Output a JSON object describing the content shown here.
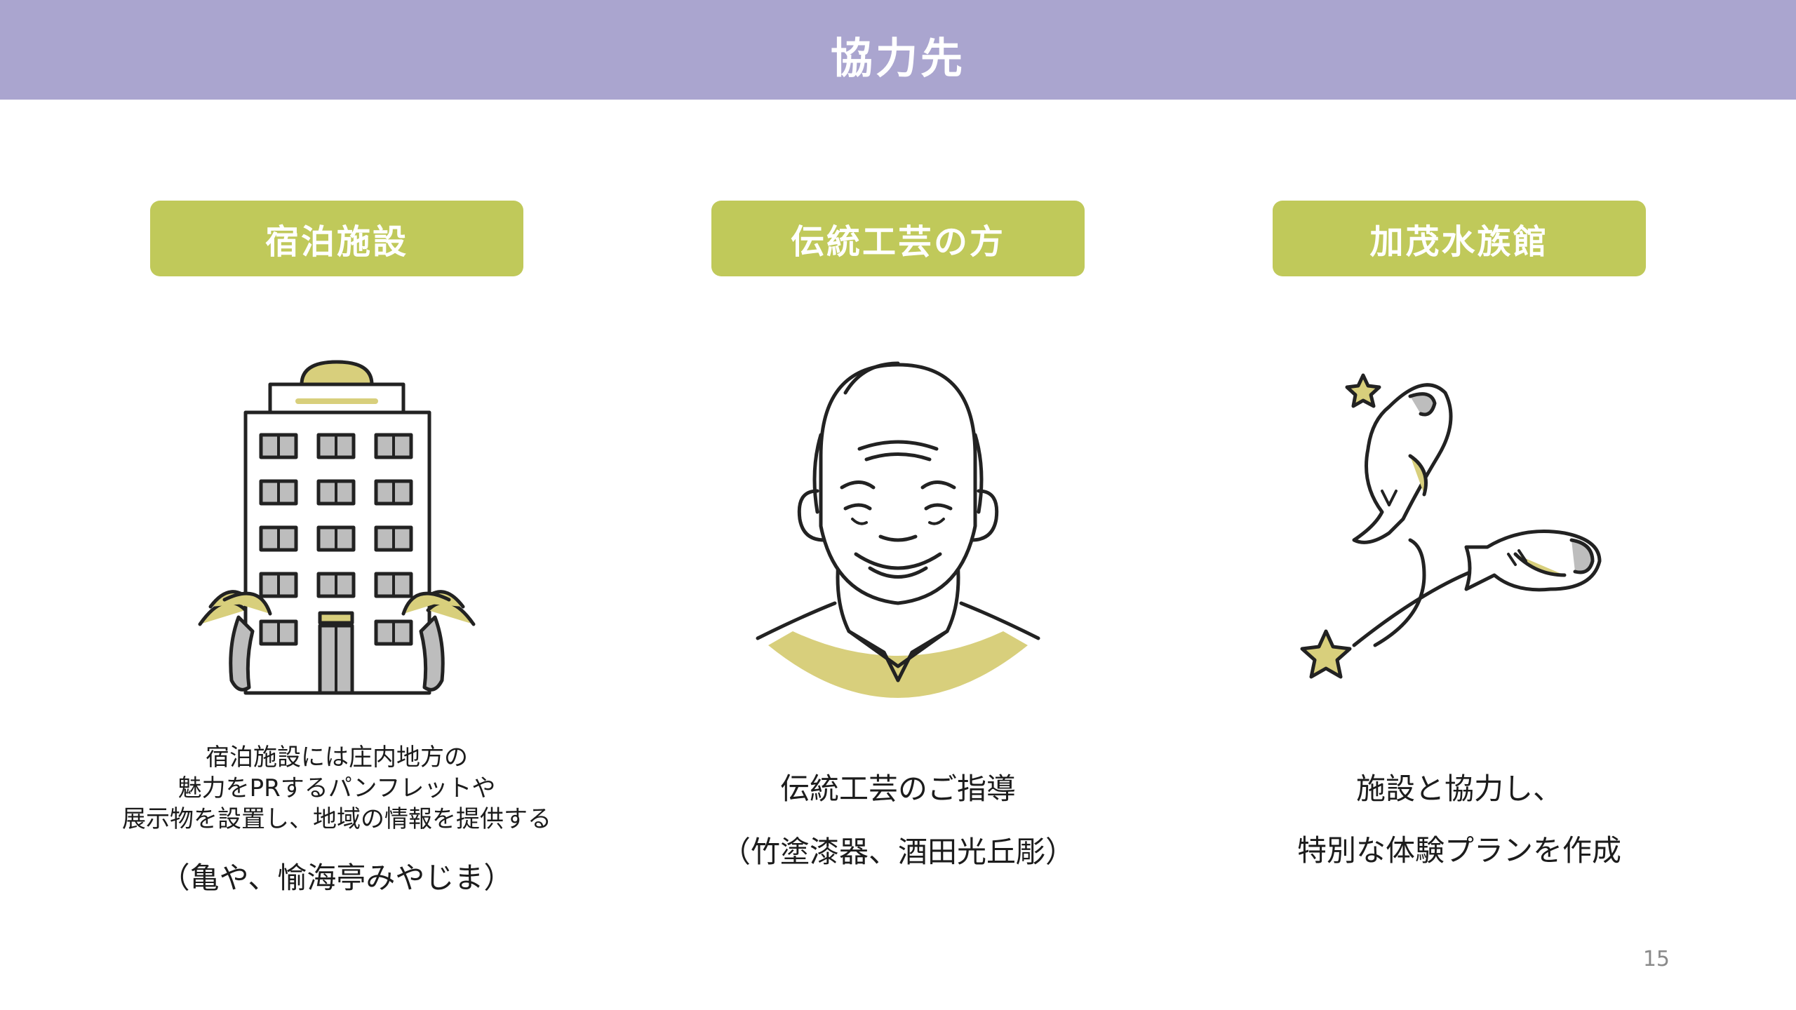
{
  "header": {
    "title": "協力先"
  },
  "columns": [
    {
      "label": "宿泊施設",
      "icon": "hotel-building-icon",
      "lines": [
        "宿泊施設には庄内地方の",
        "魅力をPRするパンフレットや",
        "展示物を設置し、地域の情報を提供する"
      ],
      "paren": "（亀や、愉海亭みやじま）"
    },
    {
      "label": "伝統工芸の方",
      "icon": "elderly-craftsman-icon",
      "lines": [
        "伝統工芸のご指導"
      ],
      "paren": "（竹塗漆器、酒田光丘彫）"
    },
    {
      "label": "加茂水族館",
      "icon": "jumping-fish-icon",
      "lines": [
        "施設と協力し、",
        "特別な体験プランを作成"
      ],
      "paren": ""
    }
  ],
  "page": {
    "number": "15"
  },
  "colors": {
    "header_bg": "#aaa5cf",
    "pill_bg": "#c0c95a",
    "accent_yellow": "#d8cf7c"
  }
}
